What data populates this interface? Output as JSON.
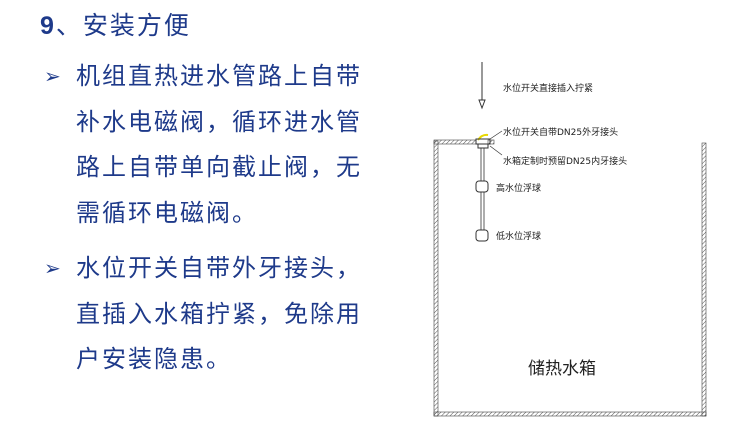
{
  "heading": {
    "number": "9",
    "text": "、安装方便"
  },
  "bullets": [
    {
      "icon": "arrow-bullet-icon",
      "lines": [
        "机组直热进水管路上自带",
        "补水电磁阀，循环进水管",
        "路上自带单向截止阀，无",
        "需循环电磁阀。"
      ]
    },
    {
      "icon": "arrow-bullet-icon",
      "lines": [
        "水位开关自带外牙接头，",
        "直插入水箱拧紧，免除用",
        "户安装隐患。"
      ]
    }
  ],
  "diagram": {
    "label_insert": "水位开关直接插入拧紧",
    "label_male": "水位开关自带DN25外牙接头",
    "label_female": "水箱定制时预留DN25内牙接头",
    "label_high": "高水位浮球",
    "label_low": "低水位浮球",
    "label_tank": "储热水箱",
    "colors": {
      "text": "#1e3a8a",
      "accent": "#e8d800"
    }
  }
}
